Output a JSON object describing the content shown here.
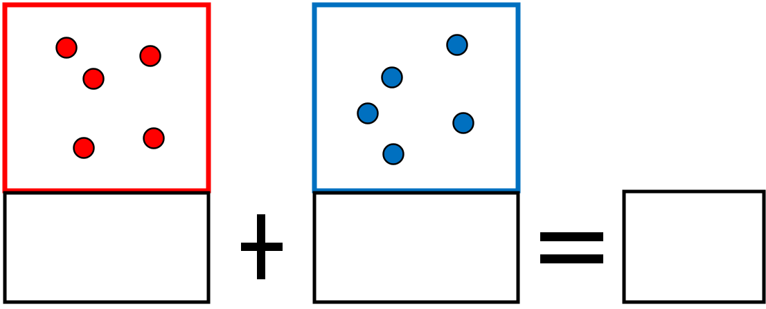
{
  "colors": {
    "red_frame": "#FF0000",
    "blue_frame": "#0070C0",
    "red_dot": "#FF0000",
    "blue_dot": "#0070C0",
    "box_outline": "#000000",
    "operator": "#000000"
  },
  "groups": [
    {
      "name": "red-group",
      "dot_count": 5,
      "dot_color_key": "red_dot",
      "frame_color_key": "red_frame"
    },
    {
      "name": "blue-group",
      "dot_count": 5,
      "dot_color_key": "blue_dot",
      "frame_color_key": "blue_frame"
    }
  ],
  "answer_boxes": [
    {
      "name": "red-count-box",
      "value": ""
    },
    {
      "name": "blue-count-box",
      "value": ""
    },
    {
      "name": "sum-box",
      "value": ""
    }
  ],
  "operators": {
    "plus": "+",
    "equals": "="
  }
}
